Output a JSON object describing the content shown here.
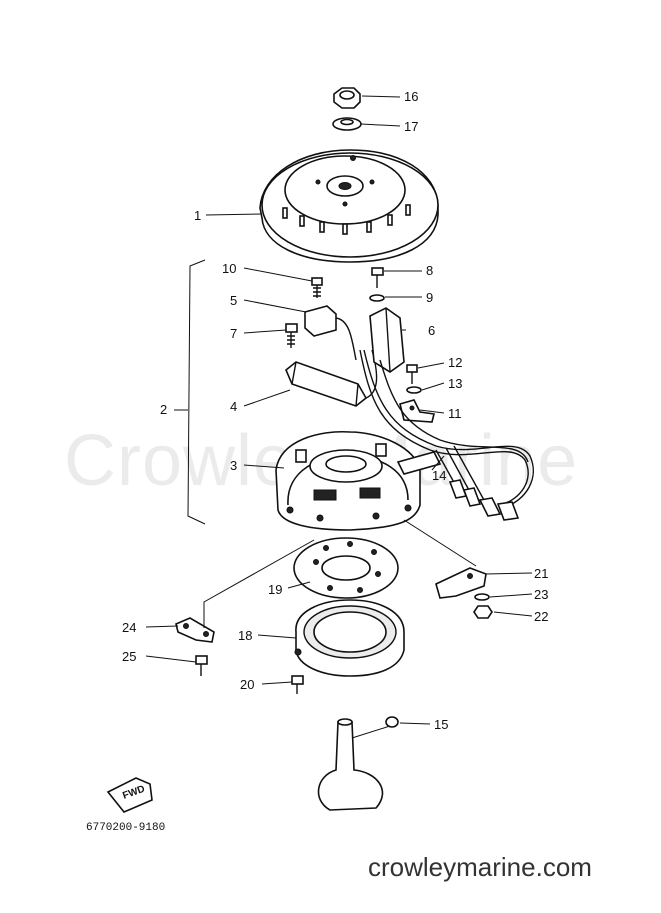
{
  "diagram": {
    "parts": [
      {
        "number": "1",
        "label": "1"
      },
      {
        "number": "2",
        "label": "2"
      },
      {
        "number": "3",
        "label": "3"
      },
      {
        "number": "4",
        "label": "4"
      },
      {
        "number": "5",
        "label": "5"
      },
      {
        "number": "6",
        "label": "6"
      },
      {
        "number": "7",
        "label": "7"
      },
      {
        "number": "8",
        "label": "8"
      },
      {
        "number": "9",
        "label": "9"
      },
      {
        "number": "10",
        "label": "10"
      },
      {
        "number": "11",
        "label": "11"
      },
      {
        "number": "12",
        "label": "12"
      },
      {
        "number": "13",
        "label": "13"
      },
      {
        "number": "14",
        "label": "14"
      },
      {
        "number": "15",
        "label": "15"
      },
      {
        "number": "16",
        "label": "16"
      },
      {
        "number": "17",
        "label": "17"
      },
      {
        "number": "18",
        "label": "18"
      },
      {
        "number": "19",
        "label": "19"
      },
      {
        "number": "20",
        "label": "20"
      },
      {
        "number": "21",
        "label": "21"
      },
      {
        "number": "22",
        "label": "22"
      },
      {
        "number": "23",
        "label": "23"
      },
      {
        "number": "24",
        "label": "24"
      },
      {
        "number": "25",
        "label": "25"
      }
    ],
    "fwd_label": "FWD",
    "drawing_code": "6770200-9180"
  },
  "watermark": {
    "text": "Crowley Marine"
  },
  "footer": {
    "url": "crowleymarine.com"
  }
}
